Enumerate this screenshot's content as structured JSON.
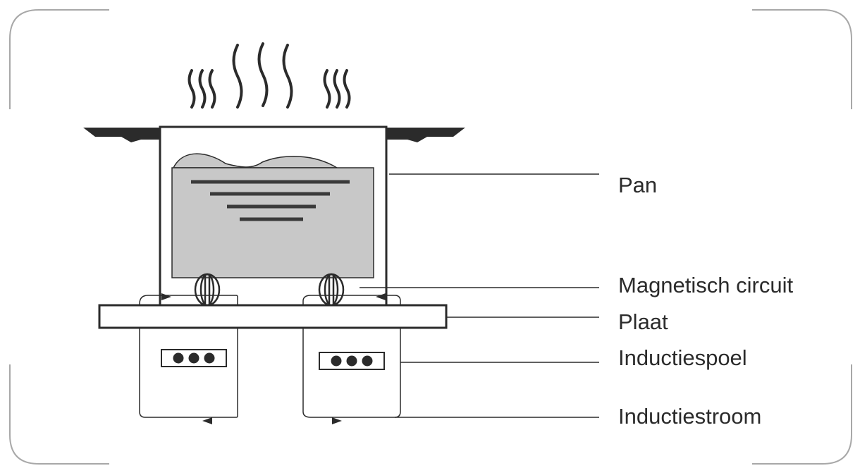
{
  "labels": {
    "pan": "Pan",
    "magnetic_circuit": "Magnetisch circuit",
    "plate": "Plaat",
    "induction_coil": "Inductiespoel",
    "induction_current": "Inductiestroom"
  },
  "colors": {
    "line": "#2b2b2b",
    "liquid": "#c8c8c8",
    "frame": "#a8a8a8"
  }
}
